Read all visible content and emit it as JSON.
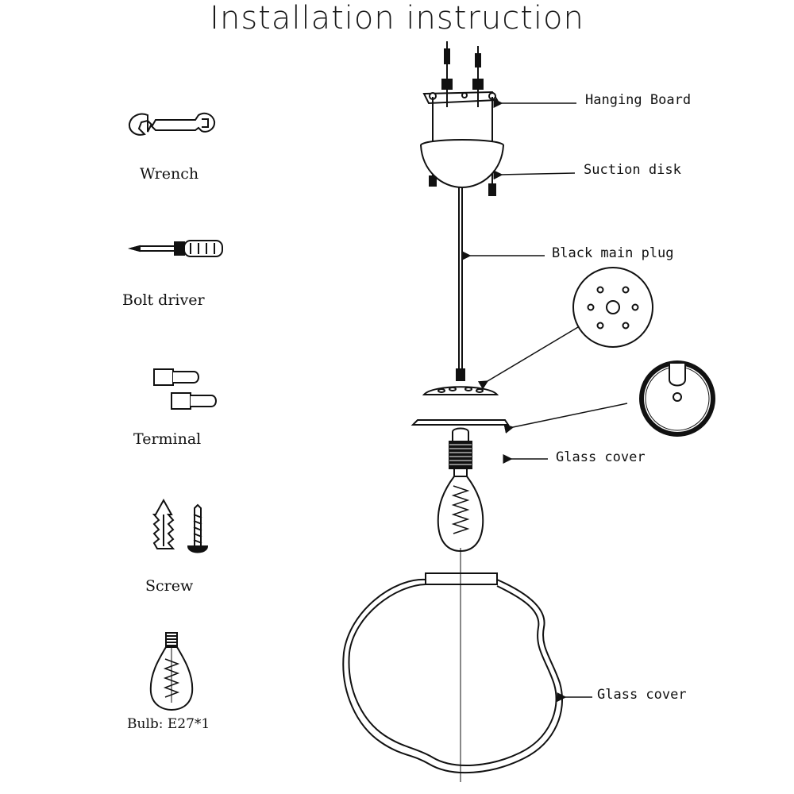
{
  "title": "Installation instruction",
  "tools": [
    {
      "name": "wrench",
      "label": "Wrench"
    },
    {
      "name": "bolt-driver",
      "label": "Bolt driver"
    },
    {
      "name": "terminal",
      "label": "Terminal"
    },
    {
      "name": "screw",
      "label": "Screw"
    },
    {
      "name": "bulb",
      "label": "Bulb: E27*1"
    }
  ],
  "callouts": {
    "hanging_board": "Hanging Board",
    "suction_disk": "Suction disk",
    "black_main_plug": "Black main plug",
    "glass_cover_upper": "Glass cover",
    "glass_cover_lower": "Glass cover"
  }
}
